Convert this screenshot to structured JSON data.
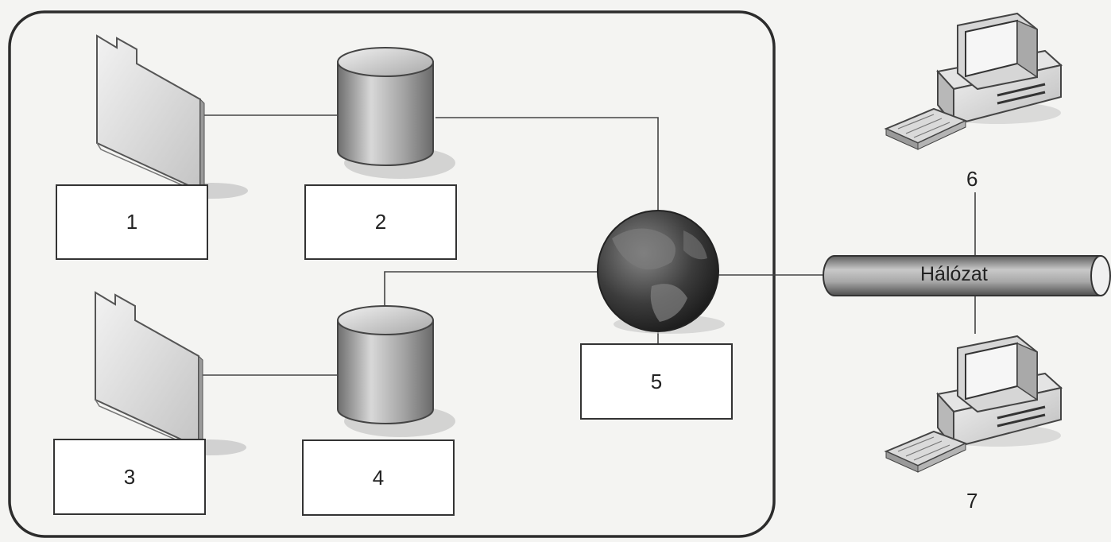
{
  "diagram": {
    "boxes": [
      "1",
      "2",
      "3",
      "4",
      "5"
    ],
    "computers": [
      "6",
      "7"
    ],
    "network_label": "Hálózat"
  },
  "colors": {
    "background": "#f4f4f2",
    "frame": "#333333",
    "cylinder": "#9a9a9a",
    "pipe": "#8d8d8d"
  },
  "icons": [
    "folder-icon",
    "database-icon",
    "globe-icon",
    "computer-icon",
    "network-pipe"
  ]
}
